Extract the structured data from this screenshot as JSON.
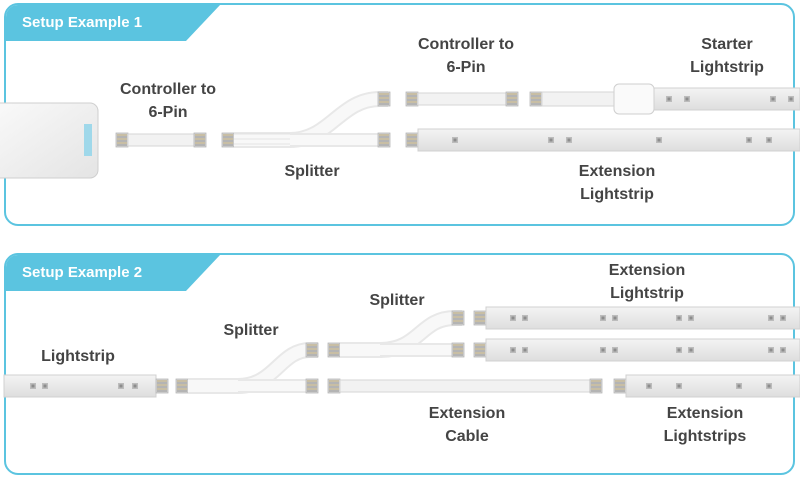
{
  "setup1": {
    "title": "Setup Example 1",
    "labels": {
      "controller_left_1": "Controller to",
      "controller_left_2": "6-Pin",
      "controller_top_1": "Controller to",
      "controller_top_2": "6-Pin",
      "starter_1": "Starter",
      "starter_2": "Lightstrip",
      "splitter": "Splitter",
      "extension_1": "Extension",
      "extension_2": "Lightstrip"
    }
  },
  "setup2": {
    "title": "Setup Example 2",
    "labels": {
      "lightstrip": "Lightstrip",
      "splitter_a": "Splitter",
      "splitter_b": "Splitter",
      "extension_top_1": "Extension",
      "extension_top_2": "Lightstrip",
      "ext_cable_1": "Extension",
      "ext_cable_2": "Cable",
      "ext_strips_1": "Extension",
      "ext_strips_2": "Lightstrips"
    }
  },
  "colors": {
    "accent": "#5bc4e0",
    "label_text": "#444444",
    "strip": "#e6e6e6",
    "cable": "#f2f2f2"
  }
}
